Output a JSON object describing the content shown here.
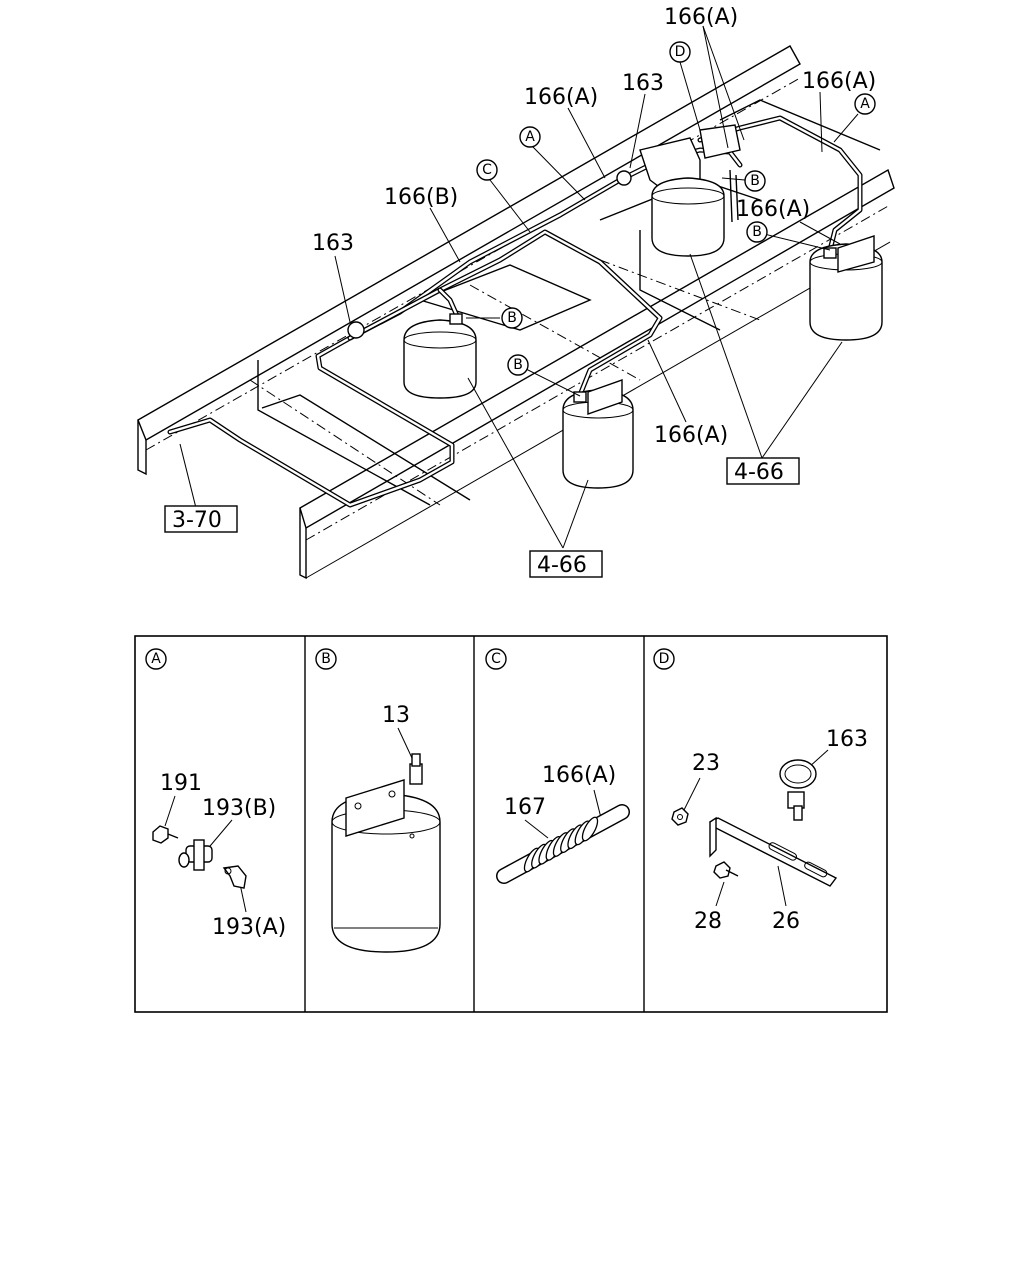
{
  "main": {
    "labels": {
      "l166a_top": "166(A)",
      "l163_top": "163",
      "l166a_mid": "166(A)",
      "l166a_right": "166(A)",
      "l166b": "166(B)",
      "l163_left": "163",
      "l166a_rightlow": "166(A)",
      "l166a_center": "166(A)"
    },
    "refs": {
      "r470": "3-70",
      "r466a": "4-66",
      "r466b": "4-66"
    },
    "callouts": {
      "d1": "D",
      "a1": "A",
      "a2": "A",
      "c1": "C",
      "b1": "B",
      "b2": "B",
      "b3": "B",
      "b4": "B"
    }
  },
  "details": {
    "a": {
      "key": "A",
      "p191": "191",
      "p193b": "193(B)",
      "p193a": "193(A)"
    },
    "b": {
      "key": "B",
      "p13": "13"
    },
    "c": {
      "key": "C",
      "p166a": "166(A)",
      "p167": "167"
    },
    "d": {
      "key": "D",
      "p23": "23",
      "p163": "163",
      "p28": "28",
      "p26": "26"
    }
  }
}
